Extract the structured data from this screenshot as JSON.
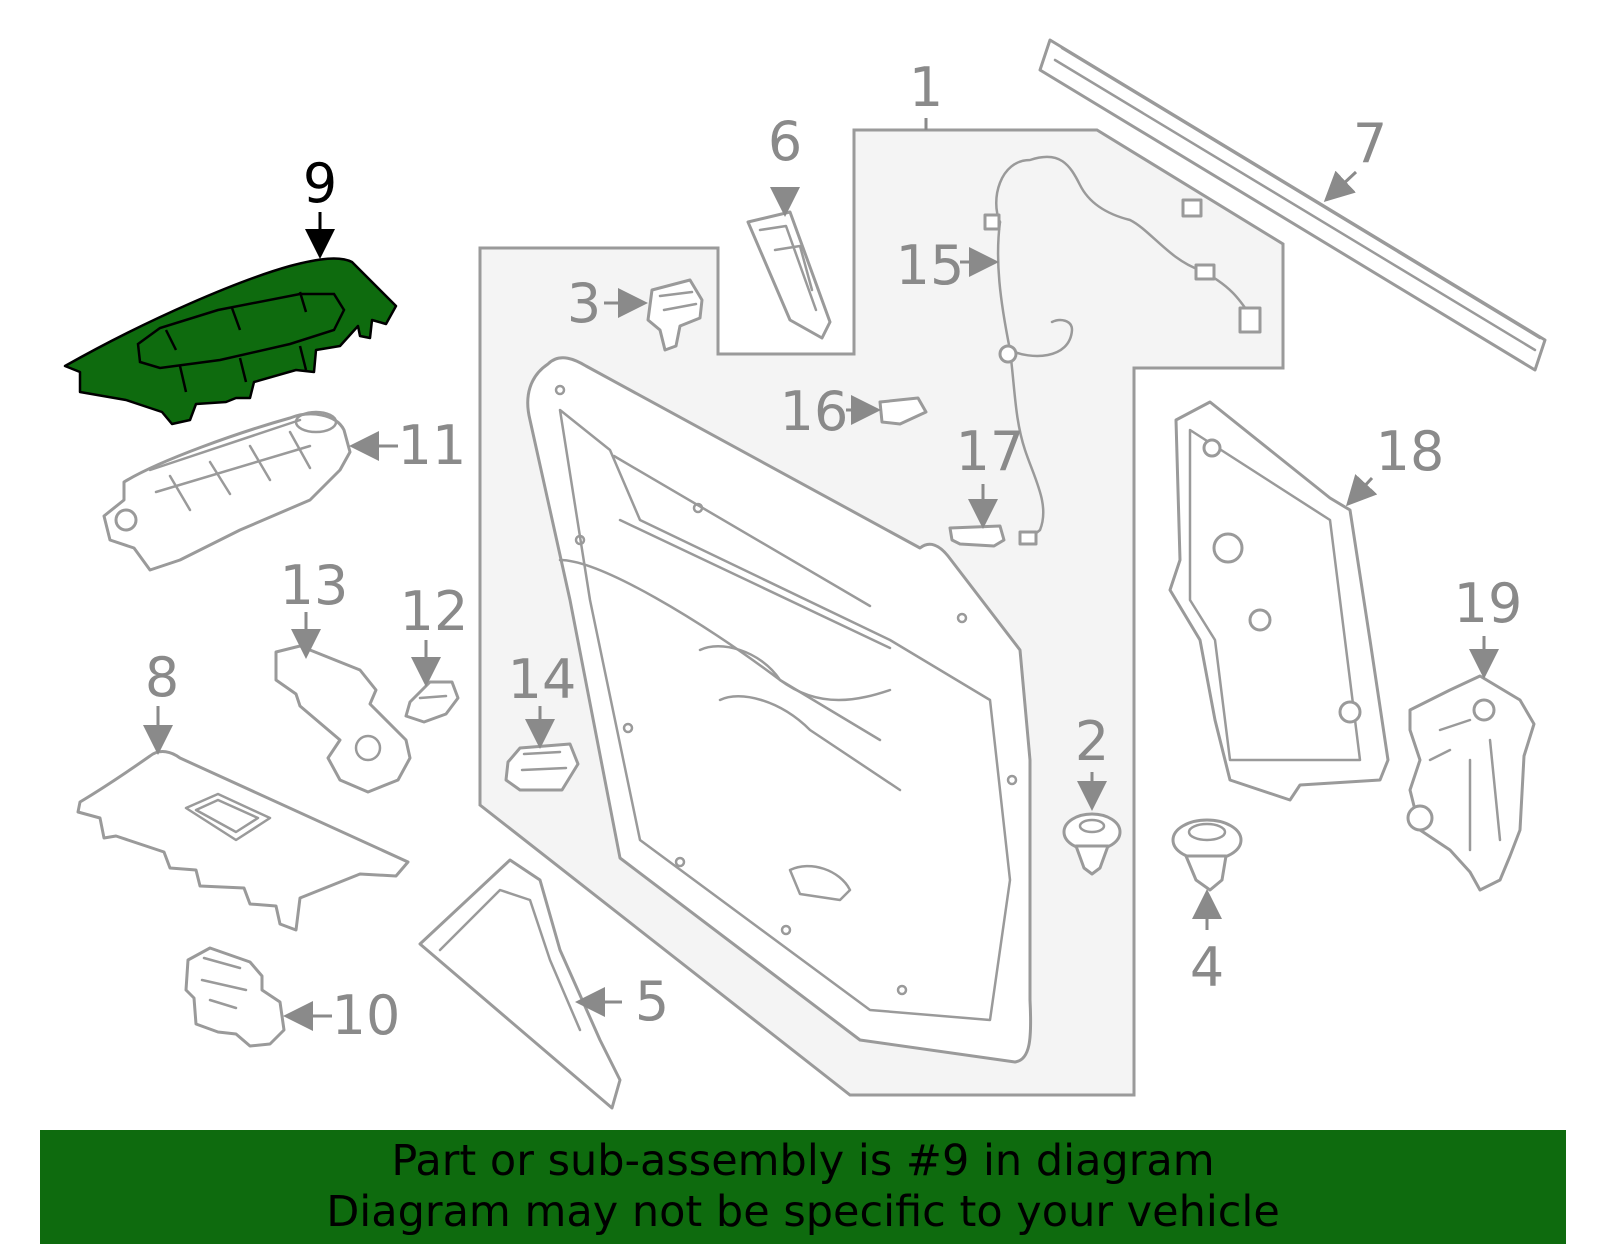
{
  "callouts": [
    "1",
    "2",
    "3",
    "4",
    "5",
    "6",
    "7",
    "8",
    "9",
    "10",
    "11",
    "12",
    "13",
    "14",
    "15",
    "16",
    "17",
    "18",
    "19"
  ],
  "highlighted_part": "9",
  "colors": {
    "highlight": "#0e6b0e",
    "line": "#9a9a9a",
    "panel": "#f4f4f4"
  },
  "banner": {
    "line1": "Part or sub-assembly is #9 in diagram",
    "line2": "Diagram may not be specific to your vehicle"
  }
}
